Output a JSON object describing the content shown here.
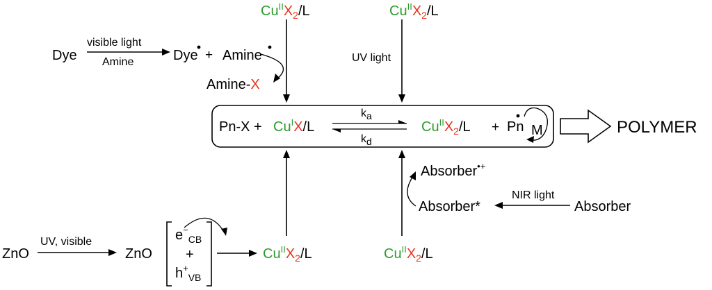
{
  "colors": {
    "copper": "#2e9a2e",
    "halogen": "#e8331c",
    "text": "#000000"
  },
  "center": {
    "pnx": "Pn-X +",
    "cu_i": {
      "metal": "Cu",
      "ox": "I",
      "x": "X",
      "ligand": "/L"
    },
    "ka": "k",
    "ka_sub": "a",
    "kd": "k",
    "kd_sub": "d",
    "cu_ii": {
      "metal": "Cu",
      "ox": "II",
      "x": "X",
      "n": "2",
      "ligand": "/L"
    },
    "plus": "+",
    "pn": "Pn",
    "m": "M",
    "product": "POLYMER"
  },
  "top_left": {
    "dye": "Dye",
    "above_arrow": "visible light",
    "below_arrow": "Amine",
    "dye_radical": "Dye",
    "plus": "+",
    "amine_radical": "Amine",
    "amine_x_prefix": "Amine-",
    "amine_x_suffix": "X"
  },
  "top_cu_left": {
    "metal": "Cu",
    "ox": "II",
    "x": "X",
    "n": "2",
    "ligand": "/L"
  },
  "top_cu_right": {
    "metal": "Cu",
    "ox": "II",
    "x": "X",
    "n": "2",
    "ligand": "/L"
  },
  "uv_label": "UV light",
  "bottom_left": {
    "zno": "ZnO",
    "arrow_label": "UV, visible",
    "zno2": "ZnO",
    "e": "e",
    "e_sup": "−",
    "e_sub": "CB",
    "plus": "+",
    "h": "h",
    "h_sup": "+",
    "h_sub": "VB"
  },
  "bottom_cu_left": {
    "metal": "Cu",
    "ox": "II",
    "x": "X",
    "n": "2",
    "ligand": "/L"
  },
  "bottom_cu_right": {
    "metal": "Cu",
    "ox": "II",
    "x": "X",
    "n": "2",
    "ligand": "/L"
  },
  "bottom_right": {
    "absorber_cation": "Absorber",
    "cation_sup": "•+",
    "absorber_star": "Absorber*",
    "nir_label": "NIR light",
    "absorber": "Absorber"
  }
}
